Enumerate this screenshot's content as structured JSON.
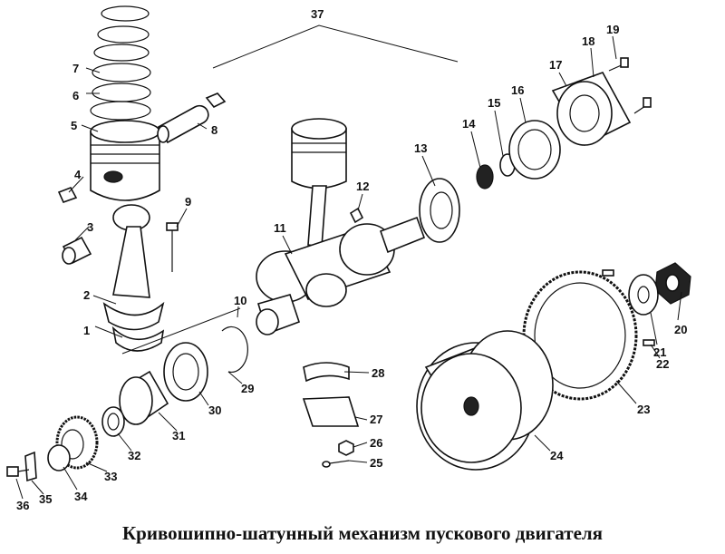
{
  "caption": "Кривошипно-шатунный механизм пускового двигателя",
  "labels": [
    "1",
    "2",
    "3",
    "4",
    "5",
    "6",
    "7",
    "8",
    "9",
    "10",
    "11",
    "12",
    "13",
    "14",
    "15",
    "16",
    "17",
    "18",
    "19",
    "20",
    "21",
    "22",
    "23",
    "24",
    "25",
    "26",
    "27",
    "28",
    "29",
    "30",
    "31",
    "32",
    "33",
    "34",
    "35",
    "36",
    "37"
  ]
}
